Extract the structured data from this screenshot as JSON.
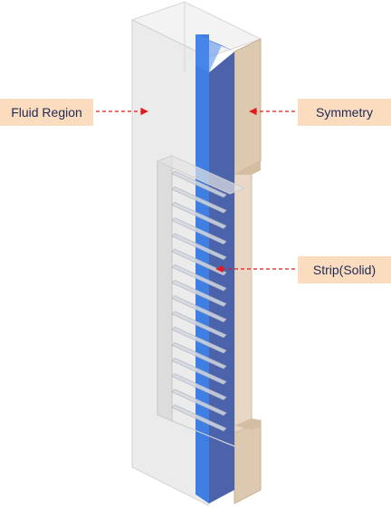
{
  "labels": {
    "fluid_region": "Fluid Region",
    "symmetry": "Symmetry",
    "strip": "Strip(Solid)"
  },
  "colors": {
    "fluid": "#e6e6e6",
    "symmetry_face": "#ddc8b0",
    "strip_front": "#3f7fe3",
    "strip_side": "#4b63ab",
    "callout_bg": "#fbdcbf",
    "callout_text": "#1d2a55",
    "arrow": "#e11b1b"
  },
  "strip_fins": 16
}
